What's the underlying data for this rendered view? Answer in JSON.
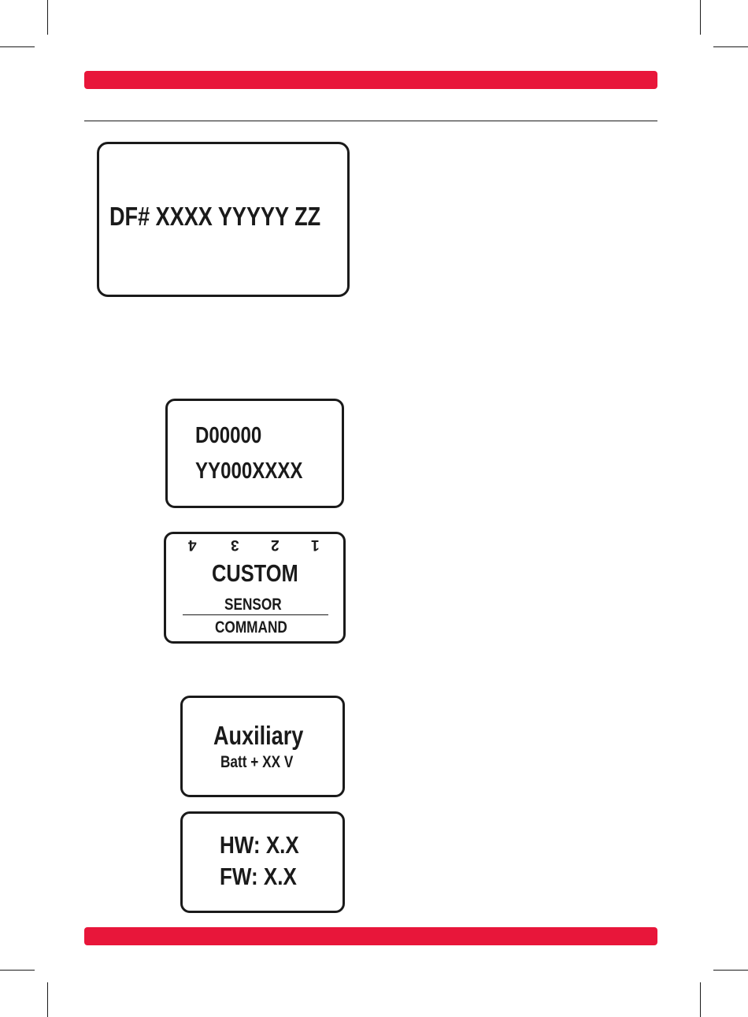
{
  "theme": {
    "accent_color": "#e8163a"
  },
  "displays": {
    "device_id": {
      "line1": "DF# XXXX YYYYY ZZ"
    },
    "serial": {
      "line1": "D00000",
      "line2": "YY000XXXX"
    },
    "custom_sensor": {
      "digits": [
        "4",
        "3",
        "2",
        "1"
      ],
      "title": "CUSTOM",
      "line2": "SENSOR",
      "line3": "COMMAND"
    },
    "auxiliary": {
      "title": "Auxiliary",
      "line2": "Batt + XX V"
    },
    "version": {
      "line1": "HW: X.X",
      "line2": "FW: X.X"
    }
  }
}
